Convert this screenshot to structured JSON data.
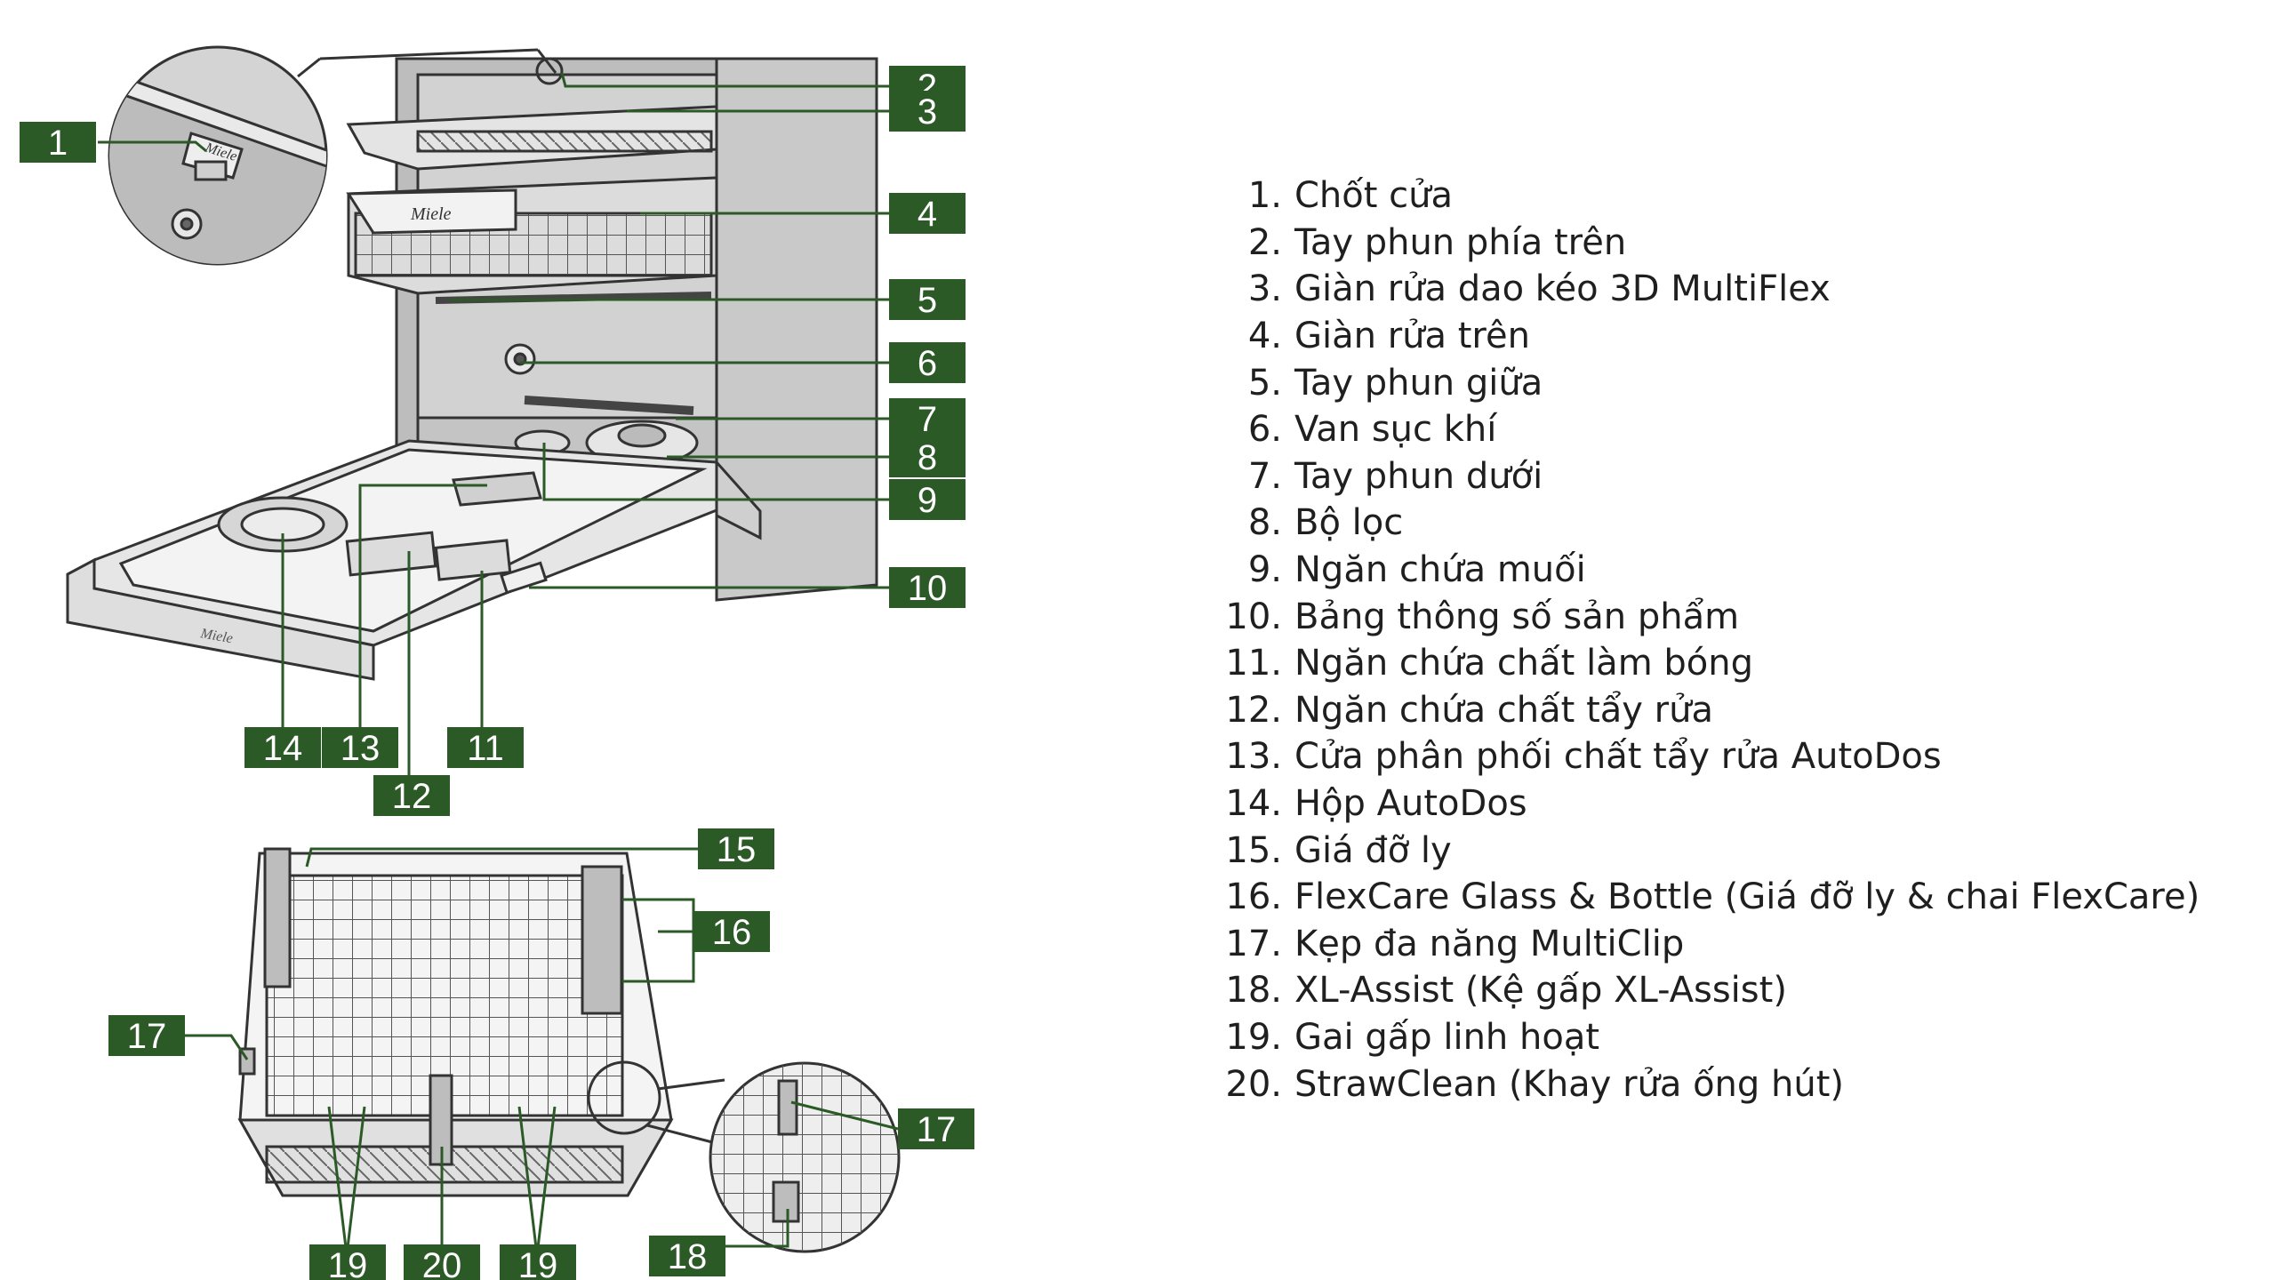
{
  "colors": {
    "tag": "#2b5a27",
    "tag_text": "#ffffff",
    "drawing_line": "#333333",
    "legend_text": "#1f1f1f"
  },
  "callouts": [
    "1",
    "2",
    "3",
    "4",
    "5",
    "6",
    "7",
    "8",
    "9",
    "10",
    "11",
    "12",
    "13",
    "14",
    "15",
    "16",
    "17",
    "17",
    "18",
    "19",
    "19",
    "20"
  ],
  "logos": [
    "Miele",
    "Miele",
    "Miele"
  ],
  "legend": [
    {
      "num": "1.",
      "text": "Chốt cửa"
    },
    {
      "num": "2.",
      "text": "Tay phun phía trên"
    },
    {
      "num": "3.",
      "text": "Giàn rửa dao kéo 3D MultiFlex"
    },
    {
      "num": "4.",
      "text": "Giàn rửa trên"
    },
    {
      "num": "5.",
      "text": "Tay phun giữa"
    },
    {
      "num": "6.",
      "text": "Van sục khí"
    },
    {
      "num": "7.",
      "text": "Tay phun dưới"
    },
    {
      "num": "8.",
      "text": "Bộ lọc"
    },
    {
      "num": "9.",
      "text": "Ngăn chứa muối"
    },
    {
      "num": "10.",
      "text": "Bảng thông số sản phẩm"
    },
    {
      "num": "11.",
      "text": "Ngăn chứa chất làm bóng"
    },
    {
      "num": "12.",
      "text": "Ngăn chứa chất tẩy rửa"
    },
    {
      "num": "13.",
      "text": "Cửa phân phối chất tẩy rửa AutoDos"
    },
    {
      "num": "14.",
      "text": "Hộp AutoDos"
    },
    {
      "num": "15.",
      "text": "Giá đỡ ly"
    },
    {
      "num": "16.",
      "text": "FlexCare Glass & Bottle (Giá đỡ ly & chai FlexCare)"
    },
    {
      "num": "17.",
      "text": "Kẹp đa năng MultiClip"
    },
    {
      "num": "18.",
      "text": "XL-Assist (Kệ gấp XL-Assist)"
    },
    {
      "num": "19.",
      "text": "Gai gấp linh hoạt"
    },
    {
      "num": "20.",
      "text": "StrawClean (Khay rửa ống hút)"
    }
  ]
}
